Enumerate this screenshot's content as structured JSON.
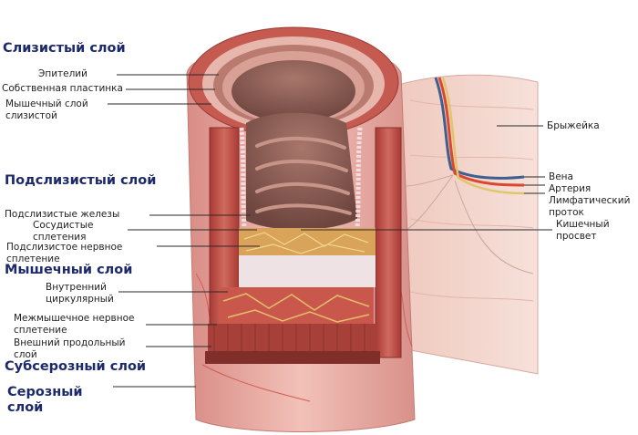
{
  "colors": {
    "heading": "#1c2a6b",
    "tissue_outer": "#e9a7a0",
    "muscle": "#c0504a",
    "mucosa": "#b7716a",
    "lumen": "#8d5d54",
    "submucosa_band": "#efe2e4",
    "mesentery": "#f2d6cd",
    "artery": "#d9482f",
    "vein": "#3f5f8f",
    "lymph": "#e0c56a",
    "nerve": "#e3c06a"
  },
  "headings": {
    "mucosa": "Слизистый слой",
    "submucosa": "Подслизистый слой",
    "muscular": "Мышечный слой",
    "subserosa": "Субсерозный слой",
    "serosa": "Серозный\nслой"
  },
  "labels": {
    "epithelium": "Эпителий",
    "lamina_propria": "Собственная пластинка",
    "muscularis_mucosae": "Мышечный слой\nслизистой",
    "submucosal_glands": "Подслизистые железы",
    "vascular_plexus": "Сосудистые\nсплетения",
    "submucosal_nerve_plexus": "Подслизистое нервное\nсплетение",
    "inner_circular": "Внутренний\nциркулярный",
    "myenteric_plexus": "Межмышечное нервное\nсплетение",
    "outer_longitudinal": "Внешний продольный\nслой",
    "mesentery": "Брыжейка",
    "vein": "Вена",
    "artery": "Артерия",
    "lymph_duct": "Лимфатический\nпроток",
    "lumen": "Кишечный\nпросвет"
  }
}
